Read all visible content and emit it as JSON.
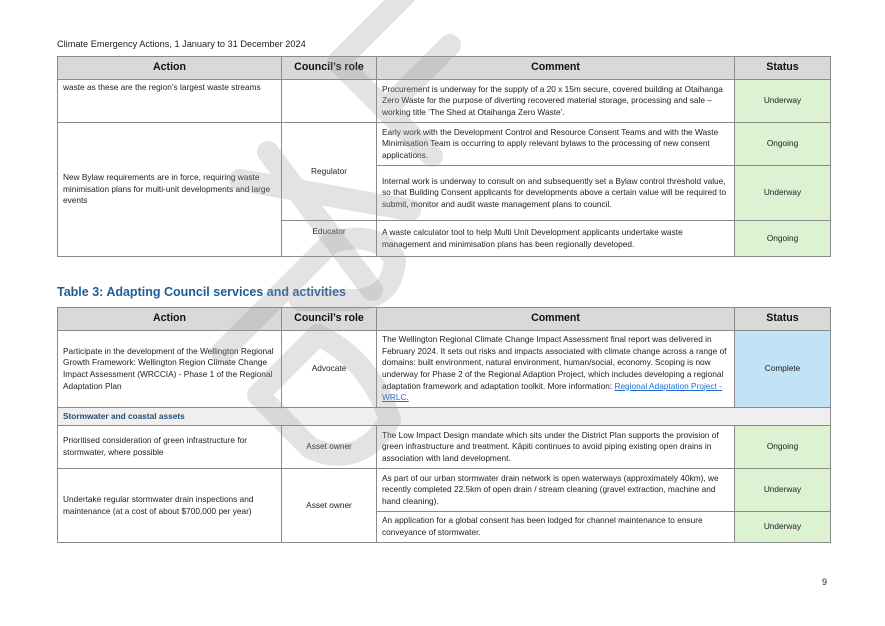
{
  "document": {
    "running_header": "Climate Emergency Actions, 1 January to 31 December 2024",
    "page_number": "9",
    "watermark_text": "DRAFT",
    "colors": {
      "header_bg": "#d9d9d9",
      "status_green": "#dcf2d2",
      "status_blue": "#c1e3f5",
      "table_title": "#1f5c96",
      "section_text": "#1f4e79",
      "link": "#1d6bd4"
    }
  },
  "columns": [
    "Action",
    "Council’s role",
    "Comment",
    "Status"
  ],
  "table2": {
    "rows": [
      {
        "action": "waste as these are the region’s largest waste streams",
        "role": "",
        "comment": "Procurement is underway for the supply of a 20 x 15m secure, covered building at Otaihanga Zero Waste for the purpose of diverting recovered material storage, processing and sale – working title ‘The Shed at Otaihanga Zero Waste’.",
        "status": "Underway"
      },
      {
        "action": "New Bylaw requirements are in force, requiring waste minimisation plans for multi-unit developments and large events",
        "role": "Regulator",
        "comment": "Early work with the Development Control and Resource Consent Teams and with the Waste Minimisation Team is occurring to apply relevant bylaws to the processing of new consent applications.",
        "status": "Ongoing"
      },
      {
        "comment": "Internal work is underway to consult on and subsequently set a Bylaw control threshold value, so that Building Consent applicants for developments above a certain value will be required to submit, monitor and audit waste management plans to council.",
        "status": "Underway"
      },
      {
        "role": "Educator",
        "comment": "A waste calculator tool to help Multi Unit Development applicants undertake waste management and minimisation plans has been regionally developed.",
        "status": "Ongoing"
      }
    ]
  },
  "table3": {
    "title": "Table 3: Adapting Council services and activities",
    "rows": [
      {
        "action": "Participate in the development of the Wellington Regional Growth Framework: Wellington Region Climate Change Impact Assessment (WRCCIA) - Phase 1 of the Regional Adaptation Plan",
        "role": "Advocate",
        "comment": "The Wellington Regional Climate Change Impact Assessment final report was delivered in February 2024. It sets out risks and impacts associated with climate change across a range of domains: built environment, natural environment, human/social, economy. Scoping is now underway for Phase 2 of the Regional Adaption Project, which includes developing a regional adaptation framework and adaptation toolkit. More information: ",
        "link": "Regional Adaptation Project - WRLC.",
        "status": "Complete"
      }
    ],
    "section": "Stormwater and coastal assets",
    "section_rows": [
      {
        "action": "Prioritised consideration of green infrastructure for stormwater, where possible",
        "role": "Asset owner",
        "comment": "The Low Impact Design mandate which sits under the District Plan supports the provision of green infrastructure and treatment. Kāpiti continues to avoid piping existing open drains in association with land development.",
        "status": "Ongoing"
      },
      {
        "action": "Undertake regular stormwater drain inspections and maintenance (at a cost of about $700,000 per year)",
        "role": "Asset owner",
        "comment": "As part of our urban stormwater drain network is open waterways (approximately 40km), we recently completed 22.5km of open drain / stream cleaning (gravel extraction, machine and hand cleaning).",
        "status": "Underway"
      },
      {
        "comment": "An application for a global consent has been lodged for channel maintenance to ensure conveyance of stormwater.",
        "status": "Underway"
      }
    ]
  }
}
